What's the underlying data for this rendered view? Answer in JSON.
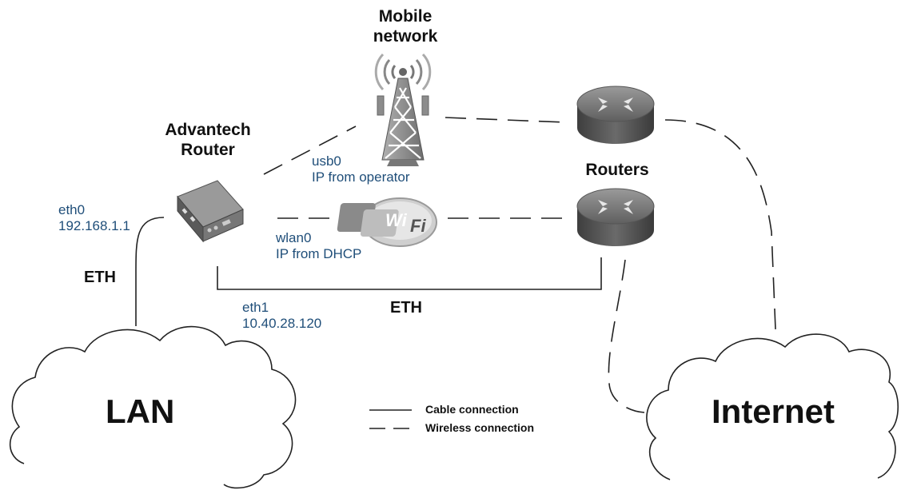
{
  "labels": {
    "mobile_network_line1": "Mobile",
    "mobile_network_line2": "network",
    "advantech_line1": "Advantech",
    "advantech_line2": "Router",
    "routers": "Routers",
    "usb0_name": "usb0",
    "usb0_ip": "IP from operator",
    "wlan0_name": "wlan0",
    "wlan0_ip": "IP from DHCP",
    "eth0_name": "eth0",
    "eth0_ip": "192.168.1.1",
    "eth1_name": "eth1",
    "eth1_ip": "10.40.28.120",
    "eth_left": "ETH",
    "eth_bottom": "ETH",
    "lan": "LAN",
    "internet": "Internet",
    "wifi_logo": "WiFi"
  },
  "legend": {
    "cable": "Cable connection",
    "wireless": "Wireless connection"
  },
  "colors": {
    "interface_text": "#1f4e79",
    "line": "#222222",
    "device_gray": "#6d6d6d"
  },
  "icons": [
    "cell-tower-icon",
    "wifi-icon",
    "router-device-icon",
    "router-disc-icon",
    "cloud-icon"
  ]
}
